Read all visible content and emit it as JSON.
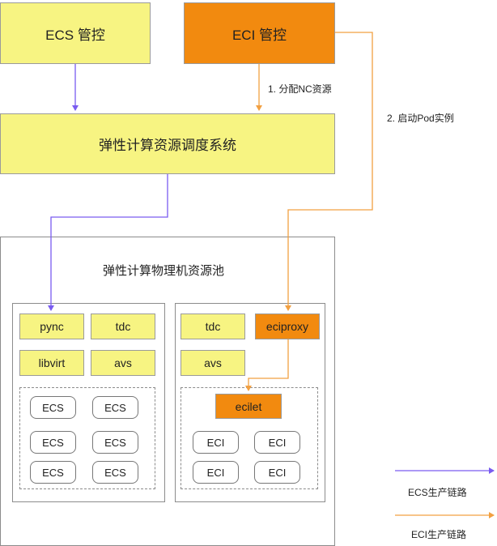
{
  "top": {
    "ecs_mgmt": "ECS 管控",
    "eci_mgmt": "ECI 管控",
    "scheduler": "弹性计算资源调度系统"
  },
  "edges": {
    "allocate_nc": "1. 分配NC资源",
    "start_pod": "2. 启动Pod实例"
  },
  "pool": {
    "title": "弹性计算物理机资源池",
    "left_node": {
      "components": [
        "pync",
        "tdc",
        "libvirt",
        "avs"
      ],
      "instances": [
        "ECS",
        "ECS",
        "ECS",
        "ECS",
        "ECS",
        "ECS"
      ]
    },
    "right_node": {
      "components": [
        "tdc",
        "eciproxy",
        "avs"
      ],
      "agent": "ecilet",
      "instances": [
        "ECI",
        "ECI",
        "ECI",
        "ECI"
      ]
    }
  },
  "legend": {
    "ecs": "ECS生产链路",
    "eci": "ECI生产链路"
  },
  "colors": {
    "yellow_fill": "#f7f482",
    "orange_fill": "#f28a0f",
    "ecs_link": "#7a5cf0",
    "eci_link": "#f2a041"
  }
}
